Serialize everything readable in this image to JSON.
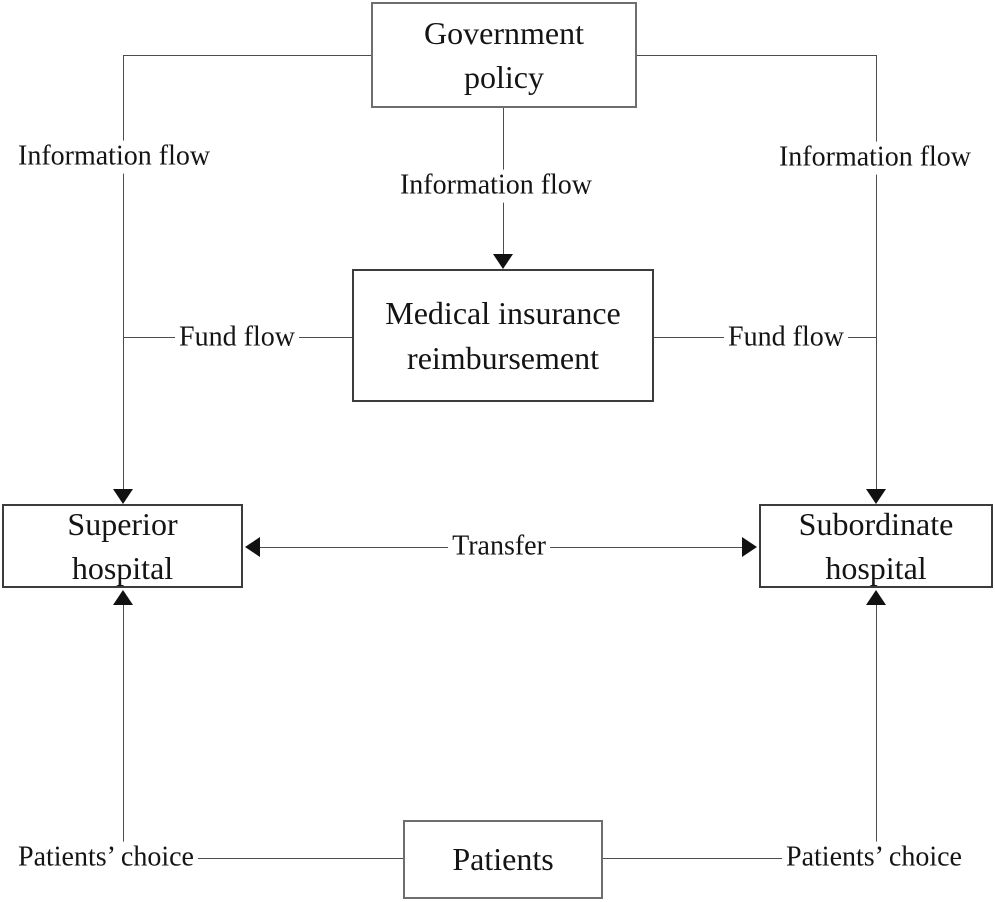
{
  "figure": {
    "type": "flow-diagram",
    "background": "#ffffff"
  },
  "nodes": {
    "government_policy": {
      "label": "Government policy"
    },
    "medical_insurance": {
      "label": "Medical insurance reimbursement"
    },
    "superior_hospital": {
      "label": "Superior hospital"
    },
    "subordinate_hospital": {
      "label": "Subordinate hospital"
    },
    "patients": {
      "label": "Patients"
    }
  },
  "edge_labels": {
    "information_flow_left": "Information flow",
    "information_flow_center": "Information flow",
    "information_flow_right": "Information flow",
    "fund_flow_left": "Fund flow",
    "fund_flow_right": "Fund flow",
    "transfer": "Transfer",
    "patients_choice_left": "Patients’ choice",
    "patients_choice_right": "Patients’ choice"
  },
  "colors": {
    "line": "#4d4d4d",
    "box_border": "#3c3c3c",
    "arrowhead": "#111111",
    "text": "#141414",
    "background": "#ffffff"
  }
}
